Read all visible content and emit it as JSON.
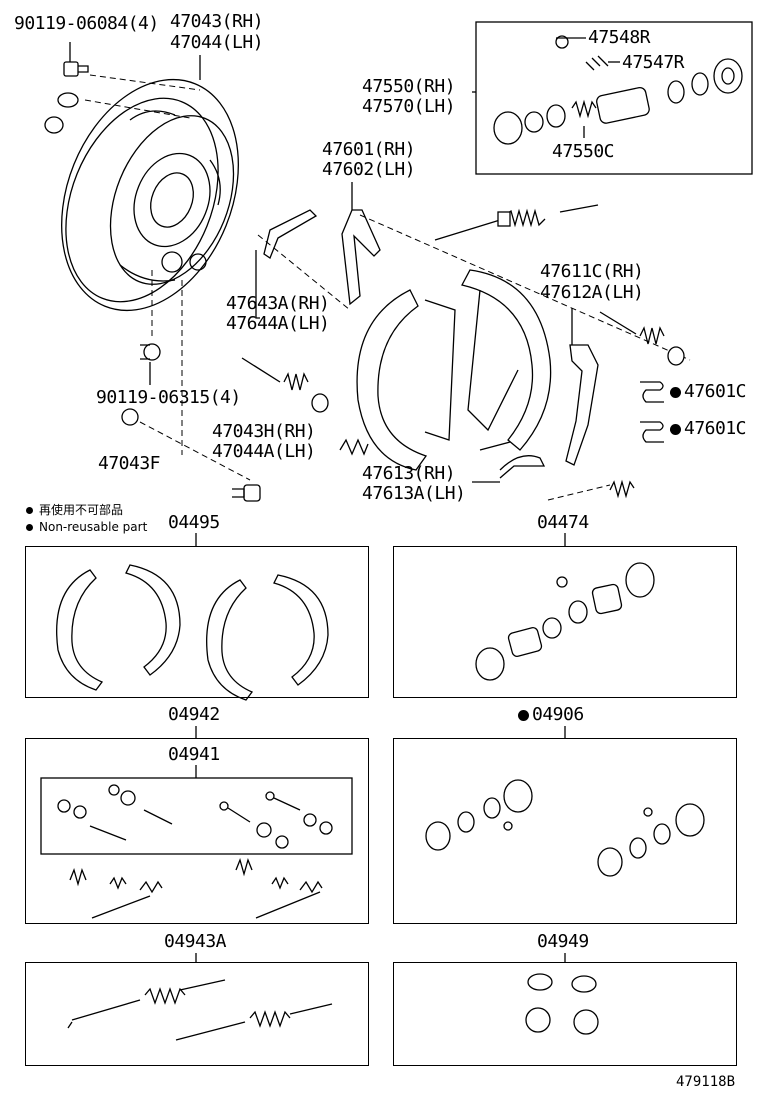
{
  "labels": {
    "bolt_upper": "90119-06084(4)",
    "backing_rh": "47043(RH)",
    "backing_lh": "47044(LH)",
    "bleeder_cap": "47548R",
    "bleeder_plug": "47547R",
    "cyl_rh": "47550(RH)",
    "cyl_lh": "47570(LH)",
    "cyl_kit": "47550C",
    "lever_rh": "47601(RH)",
    "lever_lh": "47602(LH)",
    "strut_rh": "47611C(RH)",
    "strut_lh": "47612A(LH)",
    "adj_rh": "47643A(RH)",
    "adj_lh": "47644A(LH)",
    "bolt_lower": "90119-06315(4)",
    "clip_1": "47601C",
    "clip_2": "47601C",
    "plate_rh": "47043H(RH)",
    "plate_lh": "47044A(LH)",
    "plug": "47043F",
    "spring_rh": "47613(RH)",
    "spring_lh": "47613A(LH)",
    "kit_04495": "04495",
    "kit_04474": "04474",
    "kit_04942": "04942",
    "kit_04906": "04906",
    "kit_04941": "04941",
    "kit_04943a": "04943A",
    "kit_04949": "04949",
    "diagram_id": "479118B"
  },
  "legend": {
    "nonreusable_jp": "再使用不可部品",
    "nonreusable_en": "Non-reusable part"
  },
  "colors": {
    "line": "#000000",
    "background": "#ffffff"
  }
}
